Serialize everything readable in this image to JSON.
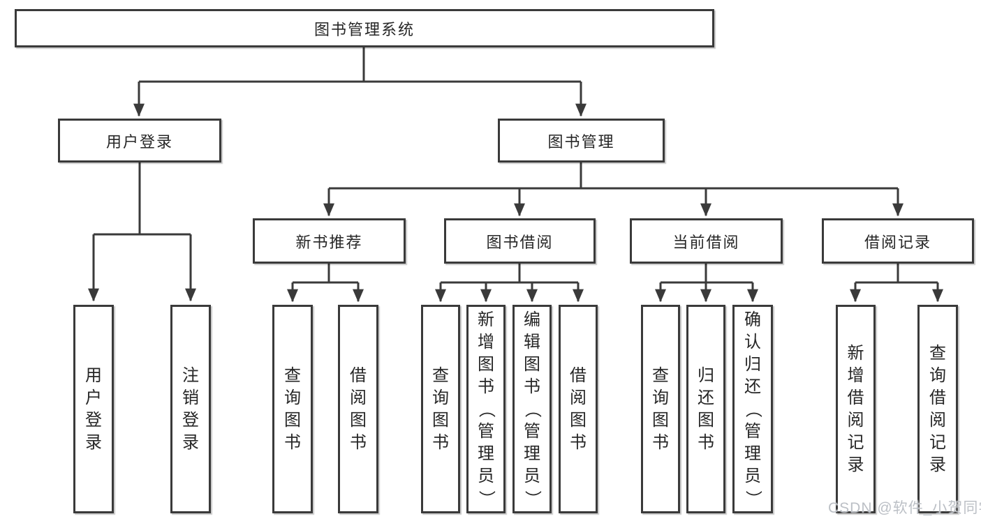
{
  "tree": {
    "root": {
      "label": "图书管理系统"
    },
    "branches": [
      {
        "label": "用户登录",
        "children": [
          {
            "label": "用户登录"
          },
          {
            "label": "注销登录"
          }
        ]
      },
      {
        "label": "图书管理",
        "children": [
          {
            "label": "新书推荐",
            "children": [
              {
                "label": "查询图书"
              },
              {
                "label": "借阅图书"
              }
            ]
          },
          {
            "label": "图书借阅",
            "children": [
              {
                "label": "查询图书"
              },
              {
                "label": "新增图书（管理员）"
              },
              {
                "label": "编辑图书（管理员）"
              },
              {
                "label": "借阅图书"
              }
            ]
          },
          {
            "label": "当前借阅",
            "children": [
              {
                "label": "查询图书"
              },
              {
                "label": "归还图书"
              },
              {
                "label": "确认归还（管理员）"
              }
            ]
          },
          {
            "label": "借阅记录",
            "children": [
              {
                "label": "新增借阅记录"
              },
              {
                "label": "查询借阅记录"
              }
            ]
          }
        ]
      }
    ]
  },
  "watermark": {
    "text": "CSDN @软件_小贺同学"
  },
  "colors": {
    "line": "#3a3a3a",
    "text": "#262626",
    "box_background": "#ffffff",
    "page_background": "#ffffff",
    "watermark": "#bcc0c6"
  }
}
